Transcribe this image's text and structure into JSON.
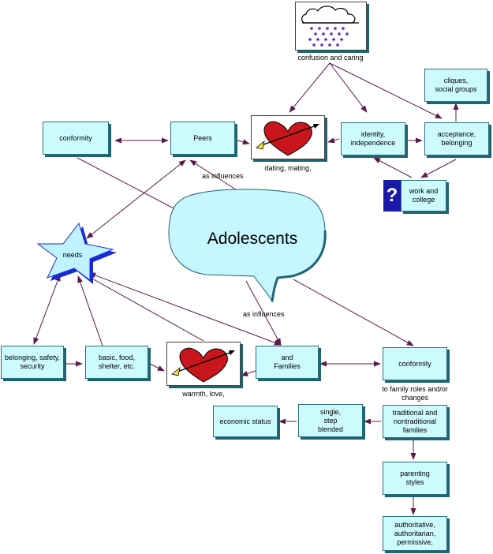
{
  "center_label": "Adolescents",
  "nodes": {
    "conformity_top": "conformity",
    "peers": "Peers",
    "identity": "identity,\nindependence",
    "acceptance": "acceptance,\nbelonging",
    "cliques": "cliques,\nsocial groups",
    "work": "work and\ncollege",
    "needs": "needs",
    "belonging_safety": "belonging, safety,\nsecurity",
    "basic_food": "basic, food,\nshelter, etc.",
    "families": "and\nFamilies",
    "conformity_bottom": "conformity",
    "economic": "economic status",
    "single_step": "single,\nstep\nblended",
    "traditional": "traditional and\nnontraditional\nfamilies",
    "parenting": "parenting\nstyles",
    "authoritative": "authoritative,\nauthoritarian,\npermissive,"
  },
  "captions": {
    "confusion": "confusion and caring",
    "dating": "dating, mating,",
    "as_influences_top": "as influences",
    "as_influences_bottom": "as influences",
    "warmth": "warmth, love,",
    "family_roles": "to family roles and/or\nchanges"
  },
  "question_glyph": "?",
  "icons": [
    "rain-cloud-icon",
    "heart-arrow-icon",
    "question-icon",
    "star-icon"
  ],
  "colors": {
    "box_fill": "#cdfbfd",
    "shadow": "#1f6472",
    "line": "#5a1a4a",
    "heart": "#c8161c",
    "rain": "#5b2cbd",
    "star": "#bff3ff",
    "star_shadow": "#1a2bd6",
    "question_bg": "#1a1aa8"
  }
}
